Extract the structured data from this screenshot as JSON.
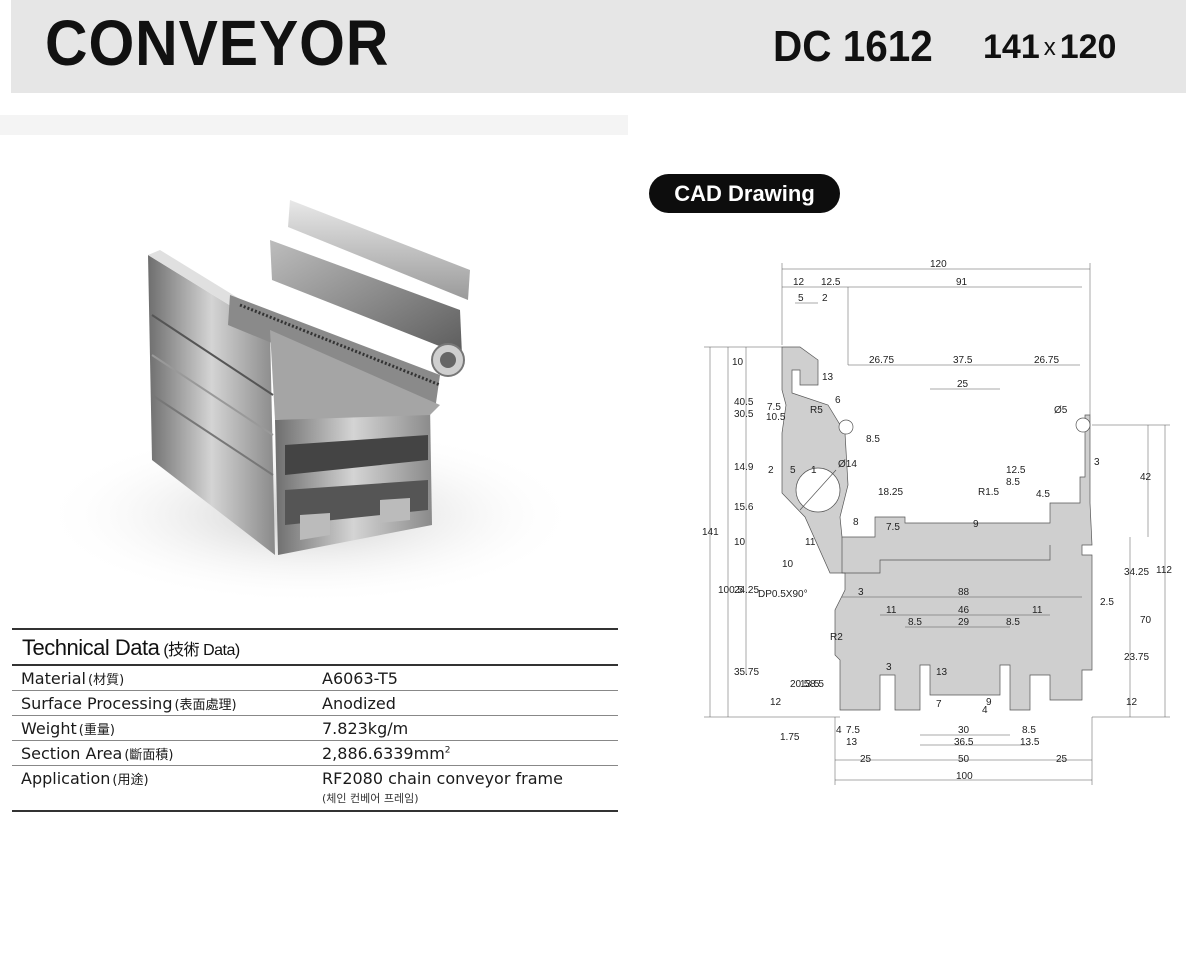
{
  "header": {
    "title": "CONVEYOR",
    "model": "DC 1612",
    "size_w": "141",
    "size_x": "x",
    "size_h": "120"
  },
  "cad": {
    "label": "CAD Drawing",
    "dims": {
      "d120": "120",
      "d12": "12",
      "d12_5": "12.5",
      "d91": "91",
      "d5": "5",
      "d2": "2",
      "d26_75a": "26.75",
      "d37_5": "37.5",
      "d26_75b": "26.75",
      "d25": "25",
      "d10": "10",
      "d13": "13",
      "d6": "6",
      "d40_5": "40.5",
      "d30_5": "30.5",
      "d10_5": "10.5",
      "d7_5": "7.5",
      "r5": "R5",
      "d8_5": "8.5",
      "o5": "Ø5",
      "o14": "Ø14",
      "d1": "1",
      "d14_9": "14.9",
      "d15_6": "15.6",
      "d18_25": "18.25",
      "d12_5b": "12.5",
      "d8_5b": "8.5",
      "d4_5": "4.5",
      "r1_5": "R1.5",
      "d3": "3",
      "d42": "42",
      "d141": "141",
      "d9": "9",
      "d8": "8",
      "d7_5b": "7.5",
      "d11": "11",
      "dp": "DP0.5X90°",
      "d100_5": "100.5",
      "d24_25": "24.25",
      "d88": "88",
      "d34_25": "34.25",
      "d112": "112",
      "d2_5": "2.5",
      "d70": "70",
      "r2": "R2",
      "d46": "46",
      "d11b": "11",
      "d11c": "11",
      "d29": "29",
      "d8_5c": "8.5",
      "d8_5d": "8.5",
      "d35_75": "35.75",
      "d23_75": "23.75",
      "d20_5": "20.5",
      "d13_5": "13.5",
      "d8_5e": "8.5",
      "d3b": "3",
      "d13b": "13",
      "d7": "7",
      "d3c": "3",
      "d9b": "9",
      "d4": "4",
      "d12b": "12",
      "d12c": "12",
      "d1_75": "1.75",
      "d4b": "4",
      "d7_5c": "7.5",
      "d13c": "13",
      "d30": "30",
      "d36_5": "36.5",
      "d8_5f": "8.5",
      "d13_5b": "13.5",
      "d25b": "25",
      "d50": "50",
      "d25c": "25",
      "d100": "100",
      "d10b": "10",
      "d10c": "10",
      "d2b": "2",
      "d5b": "5",
      "d1b": "1"
    }
  },
  "tech": {
    "title": "Technical Data",
    "title_sub": "(技術  Data)",
    "rows": [
      {
        "key": "Material",
        "key_cn": "(材質)",
        "value": "A6063-T5"
      },
      {
        "key": "Surface Processing",
        "key_cn": "(表面處理)",
        "value": "Anodized"
      },
      {
        "key": "Weight",
        "key_cn": "(重量)",
        "value": "7.823kg/m"
      },
      {
        "key": "Section Area",
        "key_cn": "(斷面積)",
        "value": "2,886.6339mm",
        "value_sup": "2"
      },
      {
        "key": "Application",
        "key_cn": "(用途)",
        "value": "RF2080 chain conveyor frame",
        "value_note": "(체인 컨베어 프레임)"
      }
    ]
  },
  "colors": {
    "header_bg": "#e6e6e6",
    "pill_bg": "#0d0d0d",
    "rule": "#333333"
  }
}
